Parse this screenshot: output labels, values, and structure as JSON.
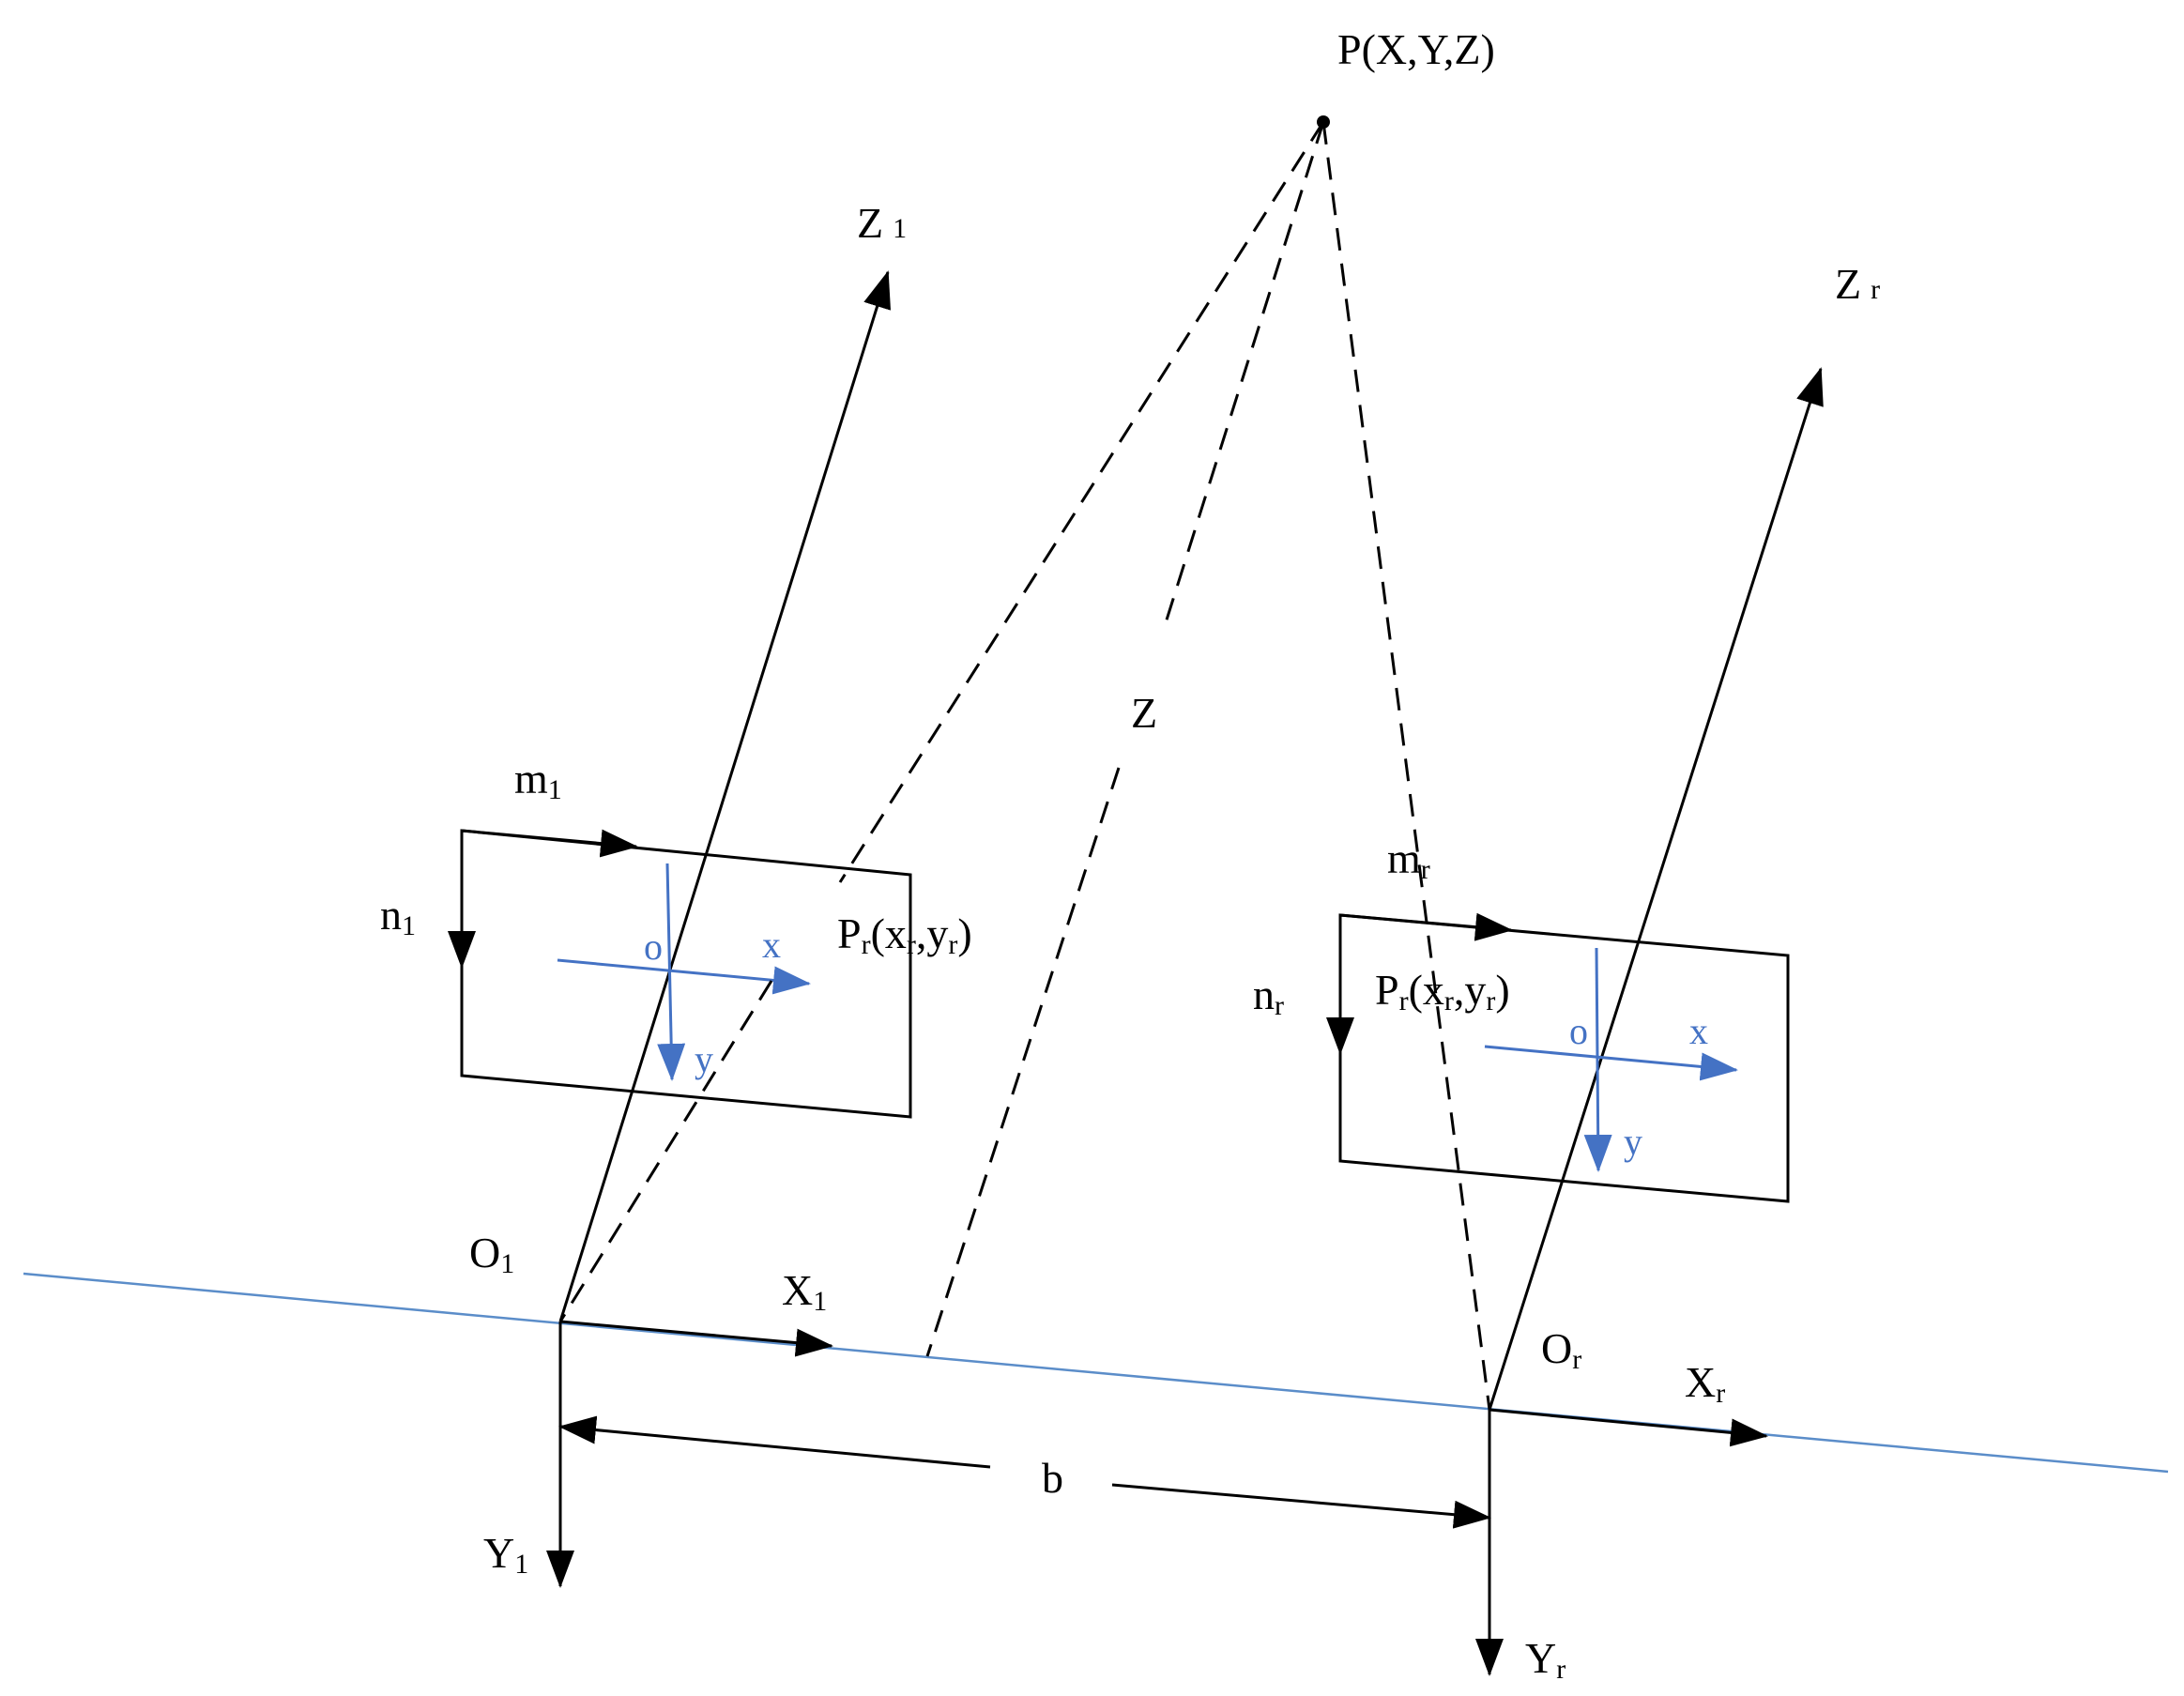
{
  "colors": {
    "ink": "#000000",
    "axis_blue": "#4472C4",
    "baseline_blue": "#5B8DC9",
    "background": "#FFFFFF"
  },
  "labels": {
    "point": "P(X,Y,Z)",
    "z_left": "Z",
    "z_left_sub": "1",
    "z_right": "Z",
    "z_right_sub": "r",
    "z_center": "Z",
    "m_left": "m",
    "m_left_sub": "1",
    "n_left": "n",
    "n_left_sub": "1",
    "m_right": "m",
    "m_right_sub": "r",
    "n_right": "n",
    "n_right_sub": "r",
    "proj_left": "P",
    "proj_left_sub": "r",
    "proj_left_coords": "(x",
    "proj_left_coords_sub1": "r",
    "proj_left_coords_mid": ",y",
    "proj_left_coords_sub2": "r",
    "proj_left_coords_end": ")",
    "proj_right": "P",
    "proj_right_sub": "r",
    "proj_right_coords": "(x",
    "proj_right_coords_sub1": "r",
    "proj_right_coords_mid": ",y",
    "proj_right_coords_sub2": "r",
    "proj_right_coords_end": ")",
    "img_origin_left": "o",
    "img_x_left": "x",
    "img_y_left": "y",
    "img_origin_right": "o",
    "img_x_right": "x",
    "img_y_right": "y",
    "o_left": "O",
    "o_left_sub": "1",
    "x_left": "X",
    "x_left_sub": "1",
    "y_left": "Y",
    "y_left_sub": "1",
    "o_right": "O",
    "o_right_sub": "r",
    "x_right": "X",
    "x_right_sub": "r",
    "y_right": "Y",
    "y_right_sub": "r",
    "baseline": "b"
  }
}
